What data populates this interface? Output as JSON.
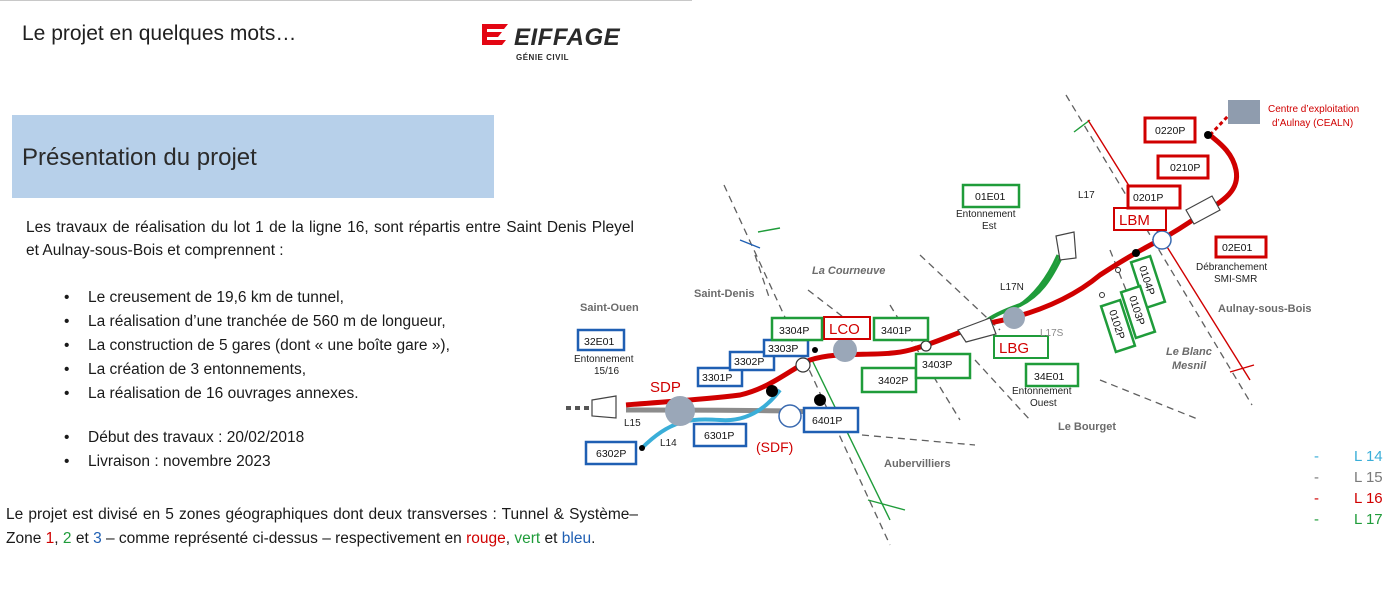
{
  "header": {
    "title": "Le projet en quelques mots…",
    "logo_word": "EIFFAGE",
    "logo_sub": "GÉNIE CIVIL"
  },
  "section": {
    "title": "Présentation du projet"
  },
  "intro": "Les travaux de réalisation du lot 1 de la ligne 16, sont répartis entre Saint Denis Pleyel et Aulnay-sous-Bois et comprennent :",
  "bullets": [
    "Le creusement de 19,6 km de tunnel,",
    "La réalisation d’une tranchée de 560 m de longueur,",
    "La construction de 5 gares (dont « une boîte gare »),",
    "La création de 3 entonnements,",
    "La réalisation de 16 ouvrages annexes."
  ],
  "dates": [
    "Début des travaux : 20/02/2018",
    "Livraison : novembre 2023"
  ],
  "conclusion": {
    "part1": "Le projet est divisé en 5 zones géographiques dont deux transverses : Tunnel & Système– Zone ",
    "z1": "1",
    "sep1": ", ",
    "z2": "2",
    "sep2": " et ",
    "z3": "3",
    "part2": " – comme représenté ci-dessus – respectivement en ",
    "c_red": "rouge",
    "sep3": ", ",
    "c_green": "vert",
    "sep4": " et ",
    "c_blue": "bleu",
    "end": "."
  },
  "colors": {
    "red": "#d00000",
    "green": "#1f9c3a",
    "blue": "#1f5fb3",
    "l14": "#3aaed8",
    "l15": "#8c8c8c",
    "section_bg": "#b7d0ea"
  },
  "legend": [
    {
      "dash": "-",
      "name": "L 14",
      "color": "#3aaed8"
    },
    {
      "dash": "-",
      "name": "L 15",
      "color": "#7a7a7a"
    },
    {
      "dash": "-",
      "name": "L 16",
      "color": "#d00000"
    },
    {
      "dash": "-",
      "name": "L 17",
      "color": "#1f9c3a"
    }
  ],
  "map": {
    "towns": {
      "saint_ouen": "Saint-Ouen",
      "saint_denis": "Saint-Denis",
      "la_courneuve": "La Courneuve",
      "aubervilliers": "Aubervilliers",
      "le_bourget": "Le Bourget",
      "aulnay": "Aulnay-sous-Bois",
      "le_blanc": "Le Blanc",
      "mesnil": "Mesnil"
    },
    "stations": {
      "sdp": "SDP",
      "lco": "LCO",
      "lbg": "LBG",
      "lbm": "LBM",
      "sdf": "(SDF)"
    },
    "boxes": {
      "b32e01": "32E01",
      "b3301p": "3301P",
      "b3302p": "3302P",
      "b3303p": "3303P",
      "b3304p": "3304P",
      "b3401p": "3401P",
      "b3402p": "3402P",
      "b3403p": "3403P",
      "b34e01": "34E01",
      "b01e01": "01E01",
      "b0220p": "0220P",
      "b0210p": "0210P",
      "b0201p": "0201P",
      "b02e01": "02E01",
      "b6302p": "6302P",
      "b6301p": "6301P",
      "b6401p": "6401P",
      "b0104p": "0104P",
      "b0103p": "0103P",
      "b0102p": "0102P"
    },
    "labels": {
      "ent_1516_a": "Entonnement",
      "ent_1516_b": "15/16",
      "ent_est_a": "Entonnement",
      "ent_est_b": "Est",
      "ent_ouest_a": "Entonnement",
      "ent_ouest_b": "Ouest",
      "deb_a": "Débranchement",
      "deb_b": "SMI-SMR",
      "ceal_a": "Centre d’exploitation",
      "ceal_b": "d’Aulnay (CEALN)",
      "l17": "L17",
      "l17n": "L17N",
      "l17s": "L17S",
      "l15": "L15",
      "l14": "L14"
    }
  }
}
